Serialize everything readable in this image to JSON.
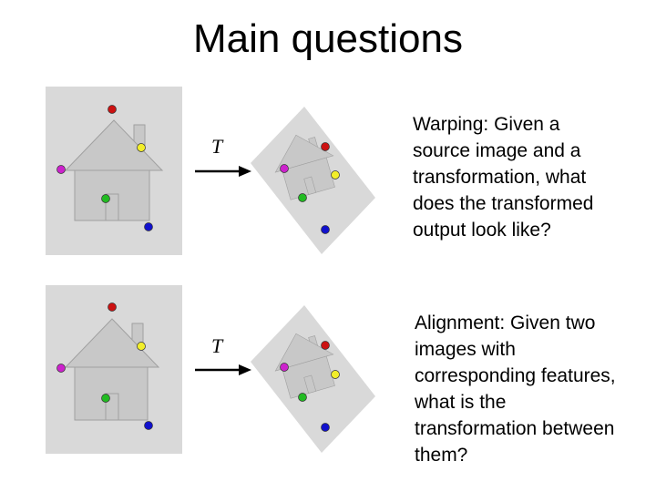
{
  "slide": {
    "title": "Main questions"
  },
  "rows": [
    {
      "transform_label": "T",
      "description": "Warping: Given a\nsource image and a\ntransformation, what\ndoes the transformed\noutput look like?"
    },
    {
      "transform_label": "T",
      "description": "Alignment: Given two\nimages with\ncorresponding features,\nwhat is the\ntransformation between\nthem?"
    }
  ],
  "colors": {
    "panel_bg": "#d9d9d9",
    "house_fill": "#c8c8c8",
    "house_stroke": "#a0a0a0",
    "point_red": "#cc1111",
    "point_yellow": "#f2ee2a",
    "point_magenta": "#cc22cc",
    "point_green": "#22bb22",
    "point_blue": "#1111cc"
  }
}
